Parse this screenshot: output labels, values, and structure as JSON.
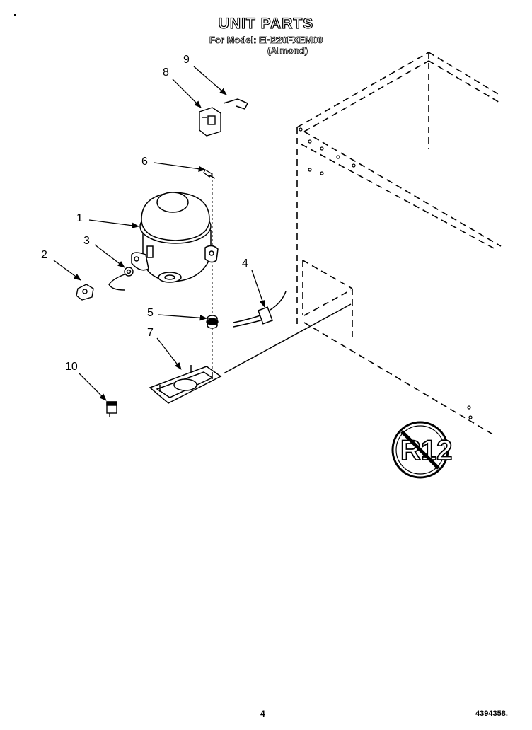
{
  "header": {
    "title": "UNIT PARTS",
    "model_line": "For Model: EH220FXEM00",
    "color_line": "(Almond)"
  },
  "callouts": [
    "1",
    "2",
    "3",
    "4",
    "5",
    "6",
    "7",
    "8",
    "9",
    "10"
  ],
  "badge": {
    "text": "R12"
  },
  "footer": {
    "page_number": "4",
    "doc_number": "4394358."
  }
}
